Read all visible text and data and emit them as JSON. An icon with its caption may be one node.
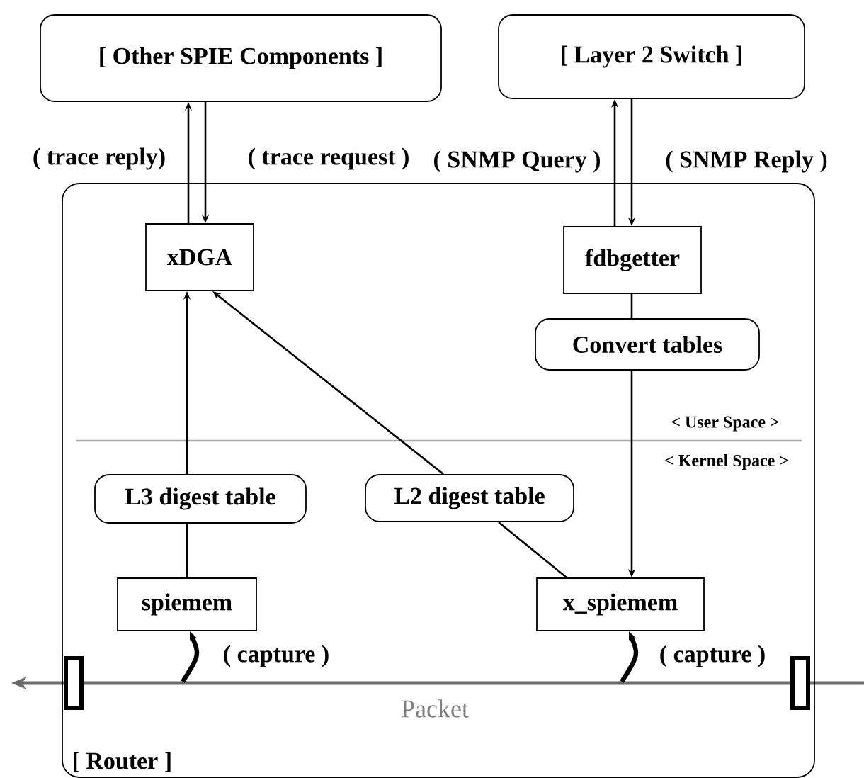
{
  "diagram": {
    "nodes": [
      {
        "text": [
          "[ Other SPIE Components ]"
        ]
      },
      {
        "text": [
          "[ Layer 2 Switch ]"
        ]
      },
      {
        "text": [
          "[ Router ]"
        ]
      },
      {
        "text": [
          "xDGA"
        ],
        "in": 2
      },
      {
        "text": [
          "fdbgetter"
        ],
        "in": 2
      },
      {
        "text": [
          "Convert tables"
        ],
        "in": 2
      },
      {
        "text": [
          "L3 digest table"
        ],
        "in": 2
      },
      {
        "text": [
          "L2 digest table"
        ],
        "in": 2
      },
      {
        "text": [
          "spiemem"
        ],
        "in": 2
      },
      {
        "text": [
          "x_spiemem"
        ],
        "in": 2
      },
      {
        "text": [],
        "shape": "box",
        "in": 2
      },
      {
        "text": [],
        "shape": "box",
        "in": 2
      }
    ],
    "edges": [
      {
        "from": 3,
        "to": 0,
        "arrow": "to",
        "label": "( trace reply)"
      },
      {
        "from": 0,
        "to": 3,
        "arrow": "to",
        "label": "( trace request )"
      },
      {
        "from": 4,
        "to": 1,
        "arrow": "to",
        "label": "( SNMP Query )"
      },
      {
        "from": 1,
        "to": 4,
        "arrow": "to",
        "label": "( SNMP Reply )"
      },
      {
        "from": 4,
        "to": 5,
        "arrow": "none"
      },
      {
        "from": 5,
        "to": 9,
        "arrow": "to"
      },
      {
        "from": 8,
        "to": 6,
        "arrow": "none"
      },
      {
        "from": 6,
        "to": 3,
        "arrow": "to"
      },
      {
        "from": 9,
        "to": 7,
        "arrow": "none"
      },
      {
        "from": 7,
        "to": 3,
        "arrow": "to"
      },
      {
        "from": null,
        "to": 8,
        "arrow": "to",
        "label": "( capture )",
        "style": "thick"
      },
      {
        "from": null,
        "to": 9,
        "arrow": "to",
        "label": "( capture )",
        "style": "thick"
      }
    ],
    "labels": [
      "< User Space >",
      "< Kernel Space >",
      "Packet"
    ]
  }
}
